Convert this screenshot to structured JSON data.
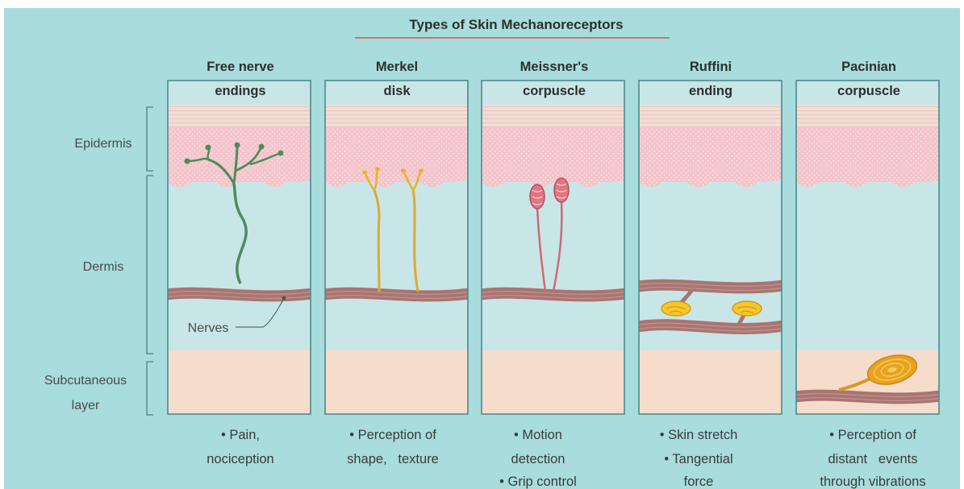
{
  "title": "Types of Skin Mechanoreceptors",
  "layers": {
    "epidermis": "Epidermis",
    "dermis": "Dermis",
    "subcutaneous_1": "Subcutaneous",
    "subcutaneous_2": "layer"
  },
  "nerves_label": "Nerves",
  "columns": [
    {
      "heading": [
        "Free nerve",
        "endings"
      ],
      "description": [
        "• Pain,",
        "nociception"
      ]
    },
    {
      "heading": [
        "Merkel",
        "disk"
      ],
      "description": [
        "• Perception of",
        "shape,   texture"
      ]
    },
    {
      "heading": [
        "Meissner's",
        "corpuscle"
      ],
      "description": [
        "• Motion",
        "detection",
        "• Grip control"
      ]
    },
    {
      "heading": [
        "Ruffini",
        "ending"
      ],
      "description": [
        "• Skin stretch",
        "• Tangential",
        "force"
      ]
    },
    {
      "heading": [
        "Pacinian",
        "corpuscle"
      ],
      "description": [
        "• Perception of",
        "distant   events",
        "through vibrations"
      ]
    }
  ],
  "colors": {
    "background": "#a9dcdc",
    "panel_border": "#4e8a8d",
    "epidermis": "#f4c6cc",
    "dermis": "#c8e6e8",
    "subcutaneous": "#f6dccb",
    "nerve": "#a87571",
    "free_nerve_ending": "#4e8b5e",
    "merkel": "#e8b428",
    "meissner": "#d8606e",
    "ruffini": "#f2c62b",
    "pacinian": "#e6a21d",
    "title_underline": "#c97a6c"
  }
}
